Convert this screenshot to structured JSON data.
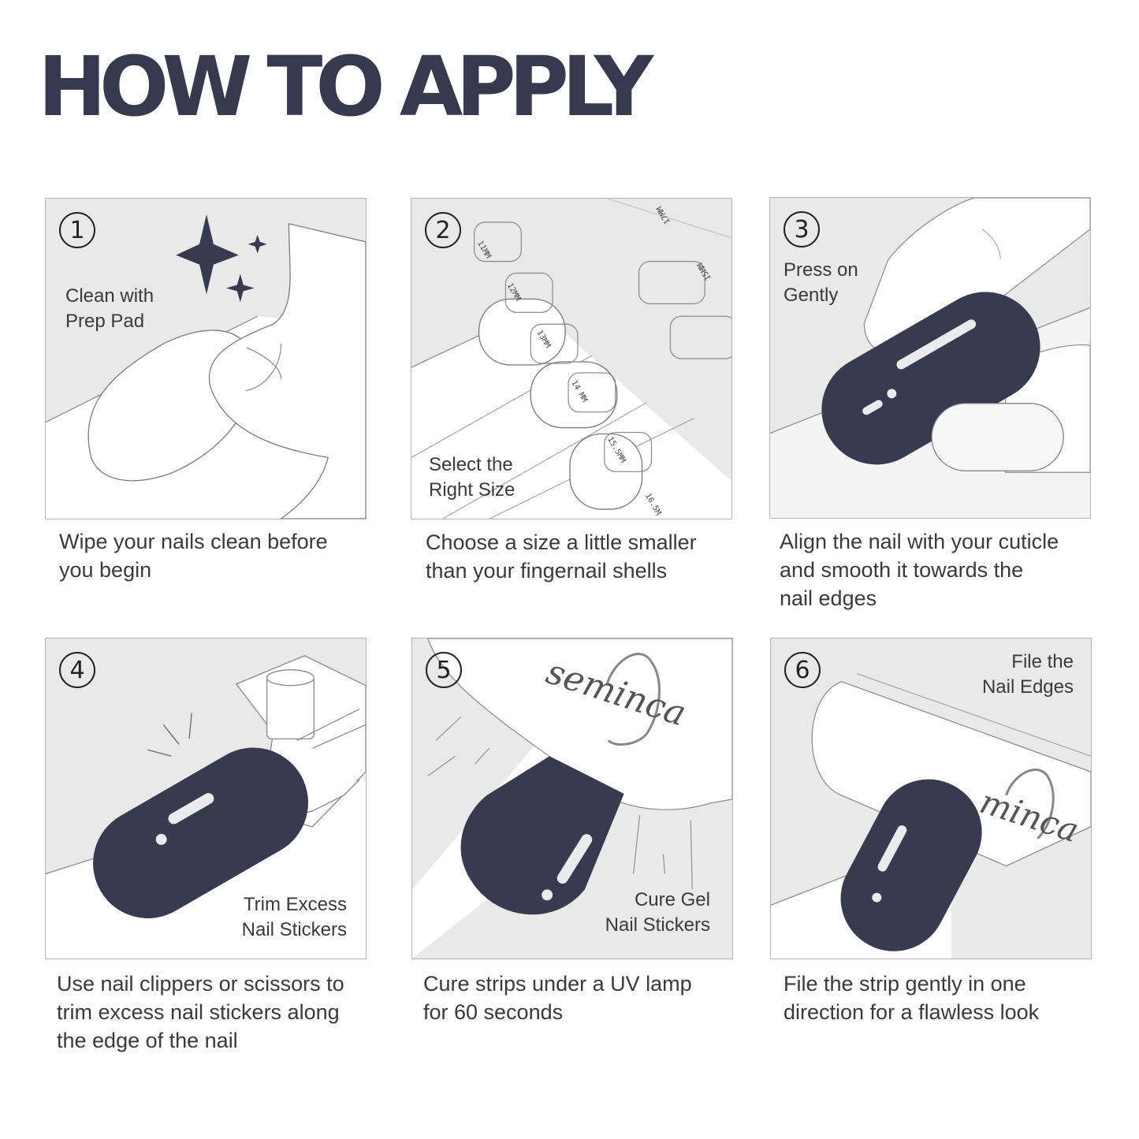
{
  "title": "HOW TO APPLY",
  "colors": {
    "nail": "#383b50",
    "panel_bg": "#e9e9e9",
    "title": "#373a4e"
  },
  "steps": [
    {
      "number": "1",
      "label": [
        "Clean with",
        "Prep Pad"
      ],
      "description": [
        "Wipe your nails clean before",
        "you begin"
      ]
    },
    {
      "number": "2",
      "label": [
        "Select the",
        "Right Size"
      ],
      "description": [
        "Choose a size a little smaller",
        "than your fingernail shells"
      ],
      "size_marks": [
        "11MM",
        "12MM",
        "13MM",
        "14 MM",
        "15.5MM",
        "16.5M",
        "17MM",
        "15MM"
      ]
    },
    {
      "number": "3",
      "label": [
        "Press on",
        "Gently"
      ],
      "description": [
        "Align the nail with your cuticle",
        "and smooth it towards the",
        "nail edges"
      ]
    },
    {
      "number": "4",
      "label": [
        "Trim Excess",
        "Nail Stickers"
      ],
      "description": [
        "Use nail clippers or scissors to",
        "trim excess nail stickers along",
        "the edge of the nail"
      ]
    },
    {
      "number": "5",
      "label": [
        "Cure Gel",
        "Nail Stickers"
      ],
      "description": [
        "Cure strips under a UV lamp",
        "for 60 seconds"
      ],
      "brand": "seminca"
    },
    {
      "number": "6",
      "label": [
        "File the",
        "Nail Edges"
      ],
      "description": [
        "File the strip gently in one",
        "direction for a flawless look"
      ],
      "brand": "minca"
    }
  ]
}
